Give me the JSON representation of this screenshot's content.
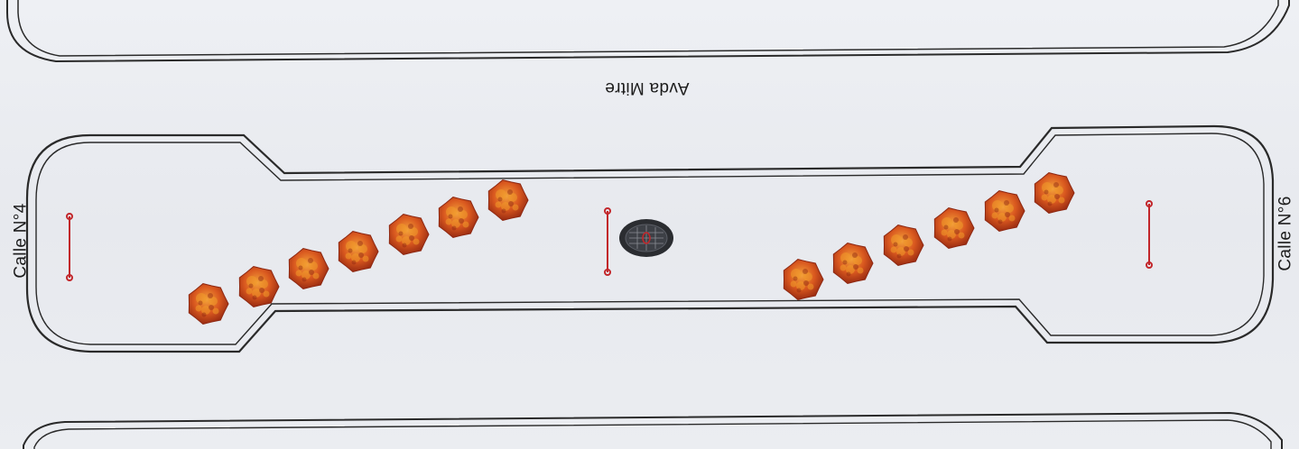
{
  "streets": {
    "avenue": "Avda Mitre",
    "left_cross": "Calle N°4",
    "right_cross": "Calle N°6"
  },
  "colors": {
    "curb": "#2a2a2a",
    "marker": "#c2262a",
    "tree_fill": "#d2561e",
    "tree_dark": "#8e2812",
    "tree_light": "#f19a2a",
    "fountain": "#2b2d31"
  },
  "icons": {
    "tree": "tree-canopy-icon",
    "fountain": "fountain-icon",
    "marker": "dimension-marker-icon"
  }
}
